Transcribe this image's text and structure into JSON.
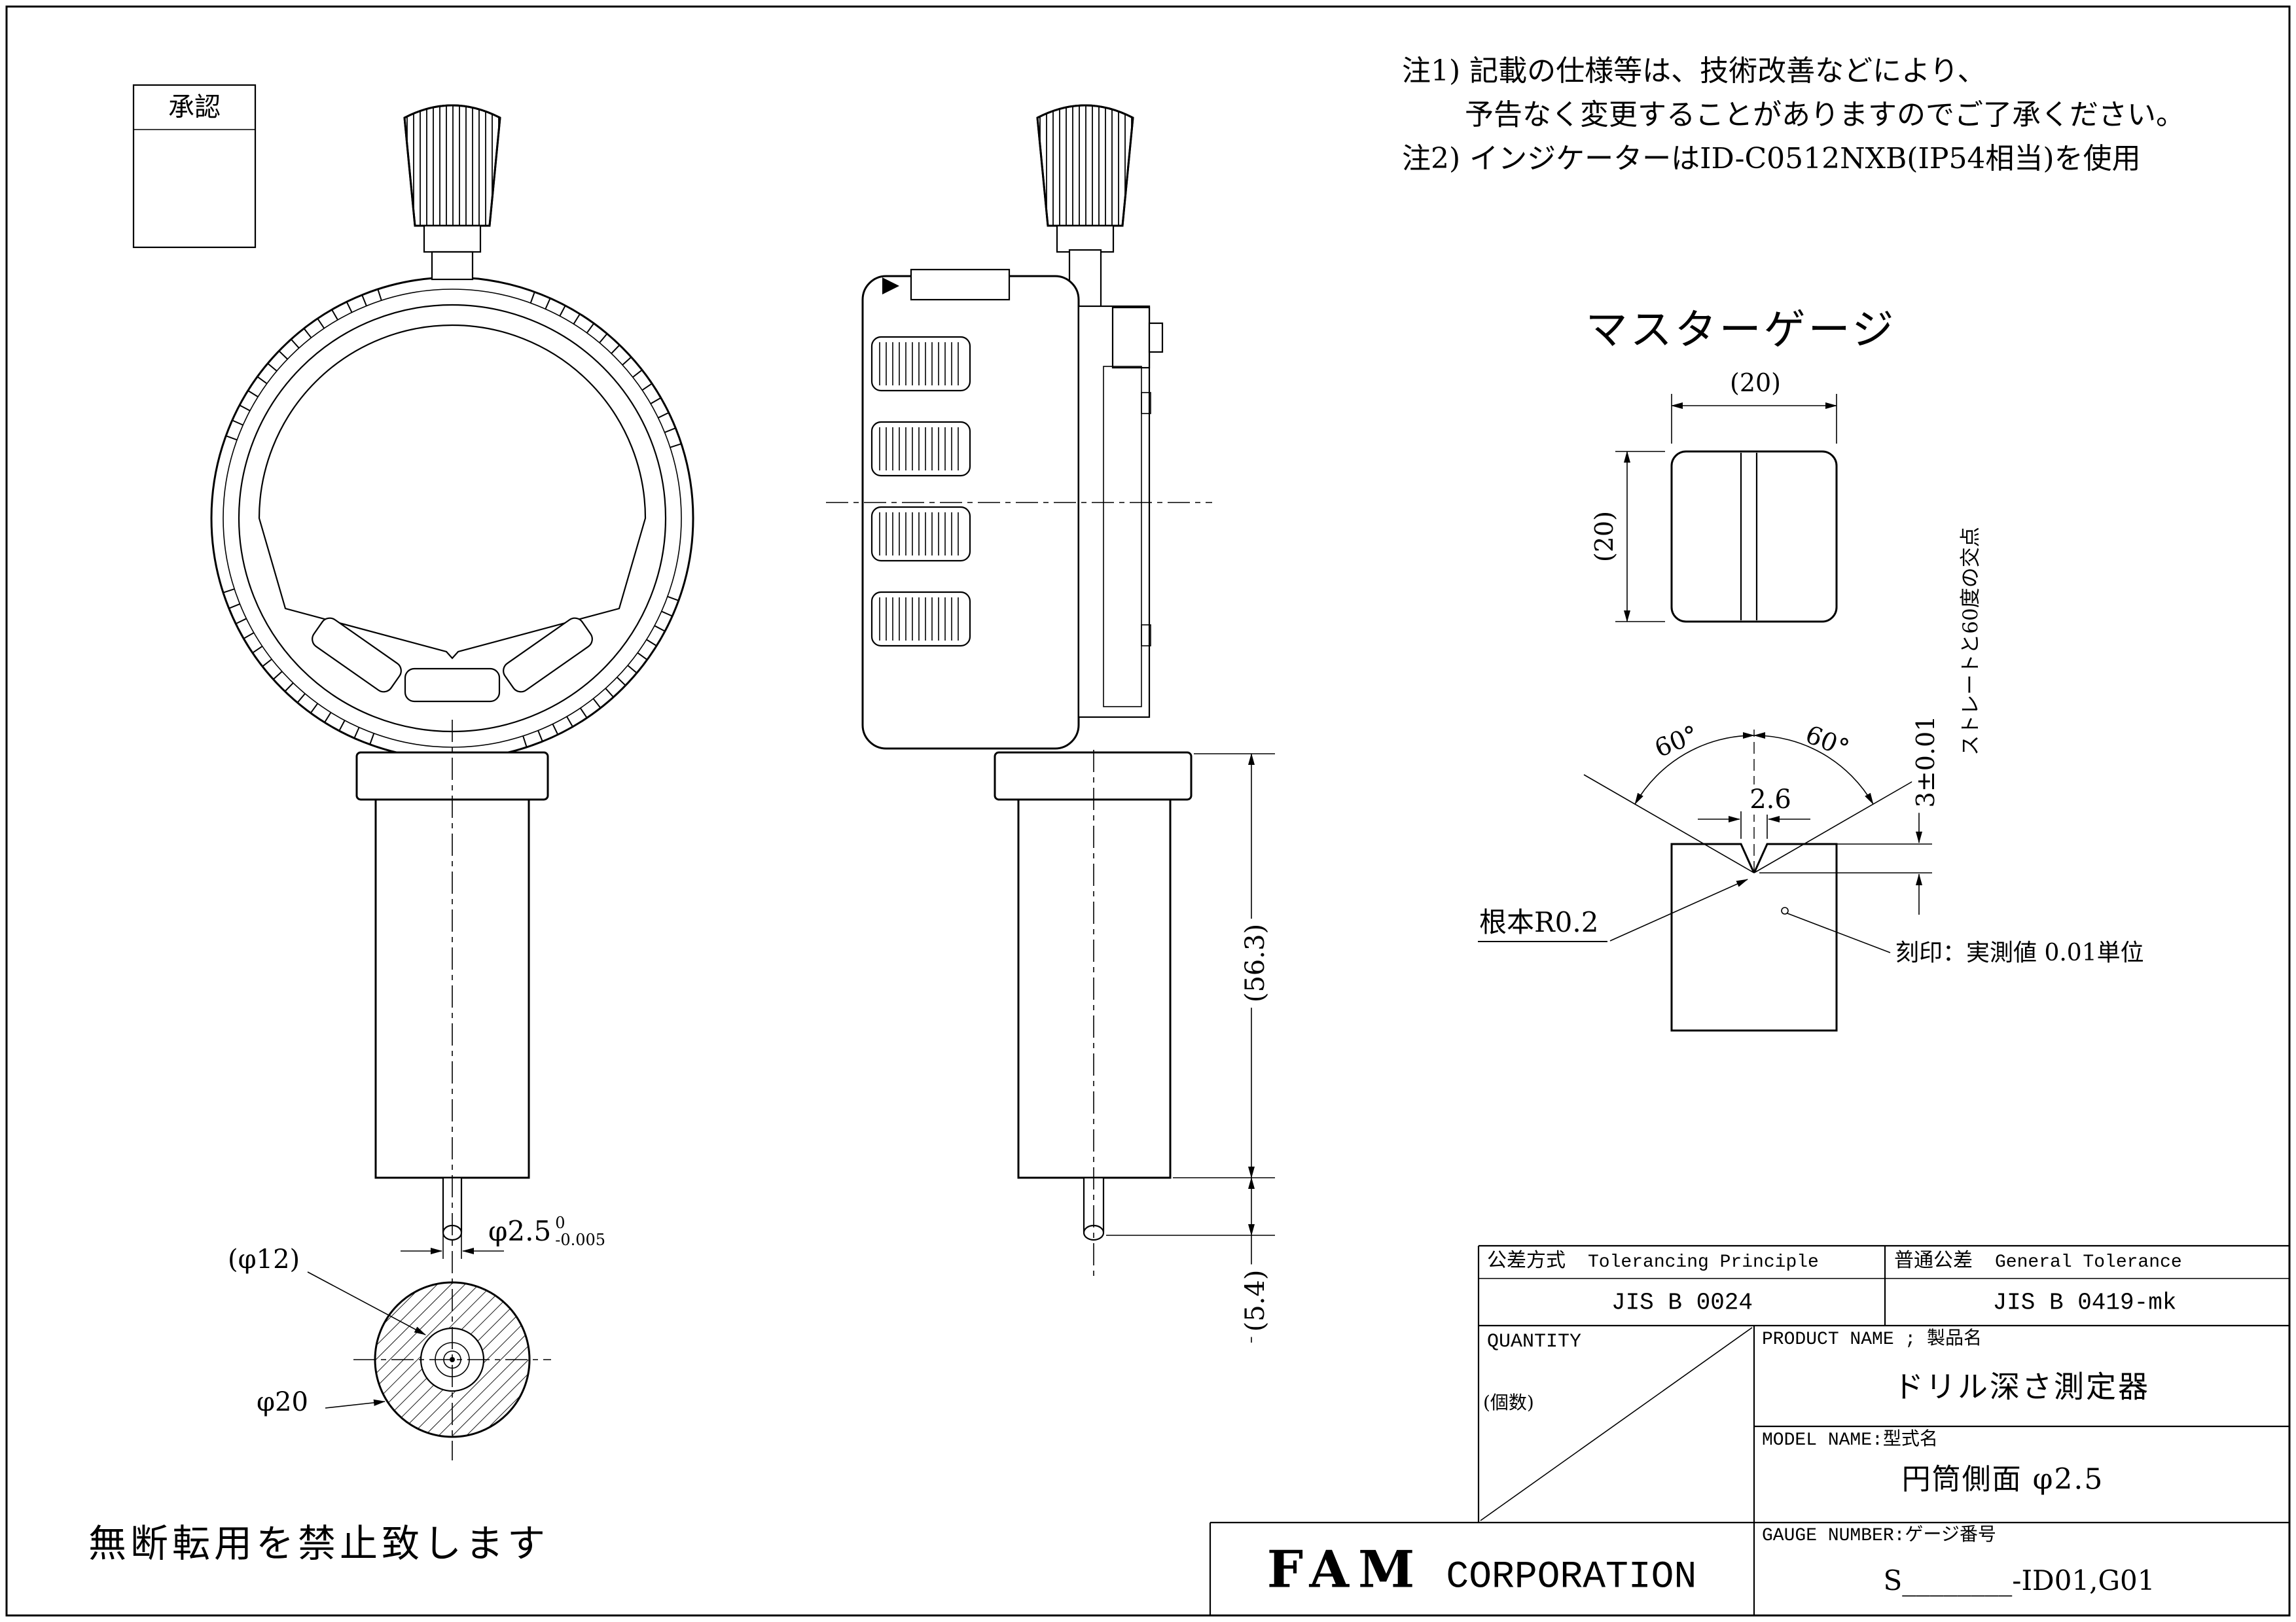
{
  "page": {
    "approval_label": "承認",
    "copyright": "無断転用を禁止致します"
  },
  "notes": {
    "line1": "注1) 記載の仕様等は、技術改善などにより、",
    "line2": "予告なく変更することがありますのでご了承ください。",
    "line3": "注2) インジケーターはID-C0512NXB(IP54相当)を使用"
  },
  "front_view": {
    "tip_diameter": "φ2.5",
    "tip_tol_upper": "0",
    "tip_tol_lower": "-0.005",
    "inner_diameter": "(φ12)",
    "outer_diameter": "φ20"
  },
  "side_view": {
    "stem_length": "(56.3)",
    "tip_length": "(5.4)"
  },
  "master_gauge": {
    "title": "マスターゲージ",
    "width_dim": "(20)",
    "height_dim": "(20)",
    "angle_left": "60°",
    "angle_right": "60°",
    "groove_width": "2.6",
    "depth_dim": "3±0.01",
    "apex_note": "ストレートと60度の交点",
    "root_note": "根本R0.2",
    "engraving_note": "刻印：実測値 0.01単位"
  },
  "title_block": {
    "tolerancing_label_jp": "公差方式",
    "tolerancing_label_en": "Tolerancing Principle",
    "tolerancing_value": "JIS B 0024",
    "general_tolerance_label_jp": "普通公差",
    "general_tolerance_label_en": "General Tolerance",
    "general_tolerance_value": "JIS B 0419-mk",
    "quantity_label": "QUANTITY",
    "quantity_unit": "(個数)",
    "product_label": "PRODUCT NAME ; 製品名",
    "product_value": "ドリル深さ測定器",
    "model_label": "MODEL NAME:型式名",
    "model_value": "円筒側面 φ2.5",
    "gauge_label": "GAUGE NUMBER:ゲージ番号",
    "gauge_value": "S________-ID01,G01",
    "company_name": "FAM",
    "company_suffix": "CORPORATION"
  }
}
